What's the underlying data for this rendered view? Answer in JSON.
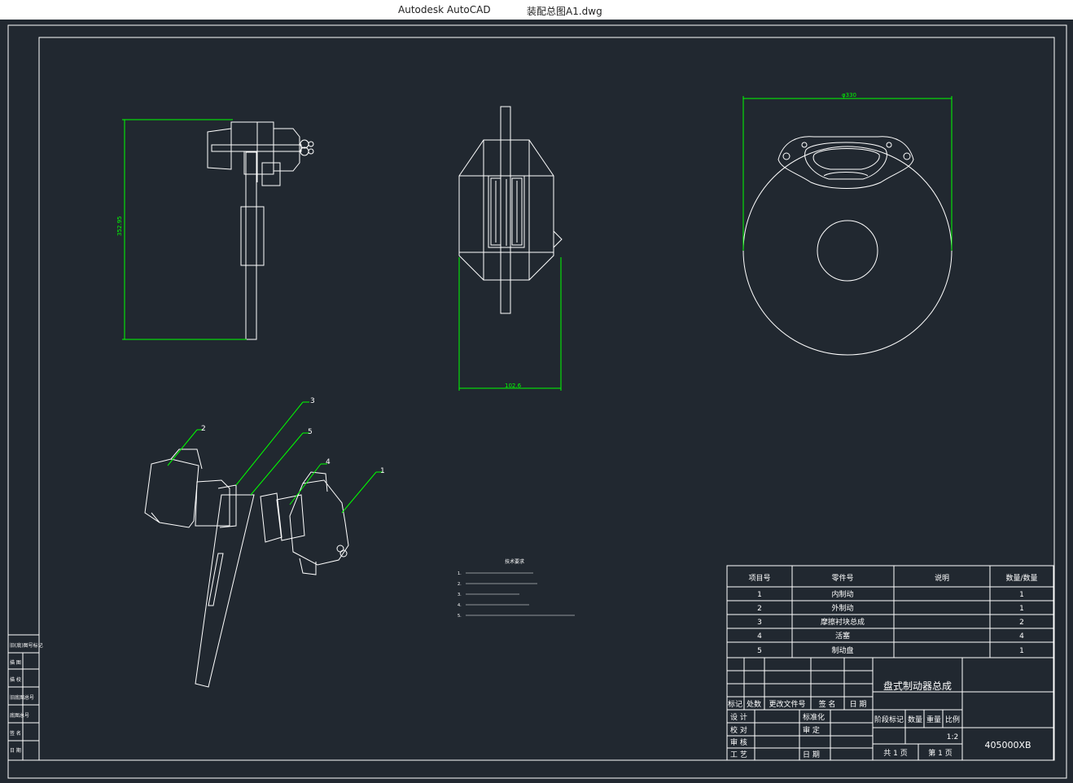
{
  "window": {
    "app_name": "Autodesk AutoCAD",
    "document_name": "装配总图A1.dwg"
  },
  "colors": {
    "canvas_bg": "#212830",
    "line": "#ffffff",
    "dimension": "#00ff00"
  },
  "drawing": {
    "dimensions": {
      "side_height": "352.95",
      "front_width": "102.6",
      "disc_diameter": "φ330"
    },
    "balloons": [
      "3",
      "5",
      "2",
      "4",
      "1"
    ],
    "notes_title": "技术要求",
    "notes": [
      "1.",
      "2.",
      "3.",
      "4.",
      "5."
    ]
  },
  "parts_table": {
    "headers": [
      "项目号",
      "零件号",
      "说明",
      "数量/数量"
    ],
    "rows": [
      {
        "item": "1",
        "name": "内制动",
        "desc": "",
        "qty": "1"
      },
      {
        "item": "2",
        "name": "外制动",
        "desc": "",
        "qty": "1"
      },
      {
        "item": "3",
        "name": "摩擦衬块总成",
        "desc": "",
        "qty": "2"
      },
      {
        "item": "4",
        "name": "活塞",
        "desc": "",
        "qty": "4"
      },
      {
        "item": "5",
        "name": "制动盘",
        "desc": "",
        "qty": "1"
      }
    ]
  },
  "title_block": {
    "drawing_title": "盘式制动器总成",
    "revision_headers": [
      "标记",
      "处数",
      "更改文件号",
      "签 名",
      "日 期"
    ],
    "roles": [
      "设 计",
      "校 对",
      "审 核",
      "工 艺"
    ],
    "role_labels_right": [
      "标准化",
      "审 定",
      "日 期"
    ],
    "stage_headers": [
      "阶段标记",
      "数量",
      "重量",
      "比例"
    ],
    "scale": "1:2",
    "sheet_total": "共 1 页",
    "sheet_number": "第 1 页",
    "drawing_code": "405000XB"
  },
  "left_strip": {
    "labels": [
      "旧(底)图号标记",
      "描 图",
      "描 校",
      "旧底图总号",
      "底图总号",
      "签 名",
      "日 期"
    ]
  }
}
